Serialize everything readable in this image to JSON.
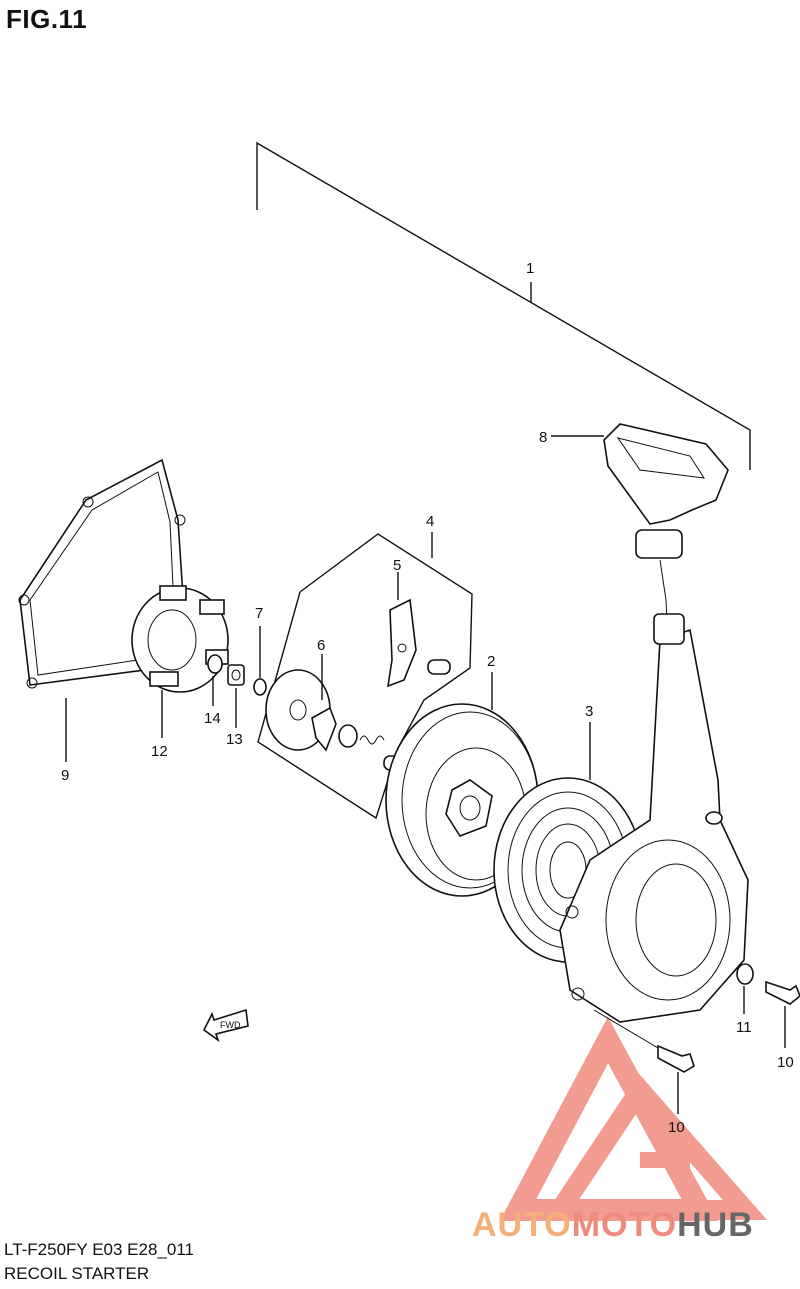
{
  "figure": {
    "title": "FIG.11",
    "code": "LT-F250FY E03 E28_011",
    "name": "RECOIL STARTER",
    "fwd_label": "FWD"
  },
  "callouts": [
    "1",
    "2",
    "3",
    "4",
    "5",
    "6",
    "7",
    "8",
    "9",
    "10",
    "10",
    "11",
    "12",
    "13",
    "14"
  ],
  "watermark": {
    "part1": "AUTO",
    "part2": "MOTO",
    "part3": "HUB",
    "color_primary": "#f08a7e",
    "color_accent": "#f5b07a",
    "color_dark": "#666666"
  }
}
